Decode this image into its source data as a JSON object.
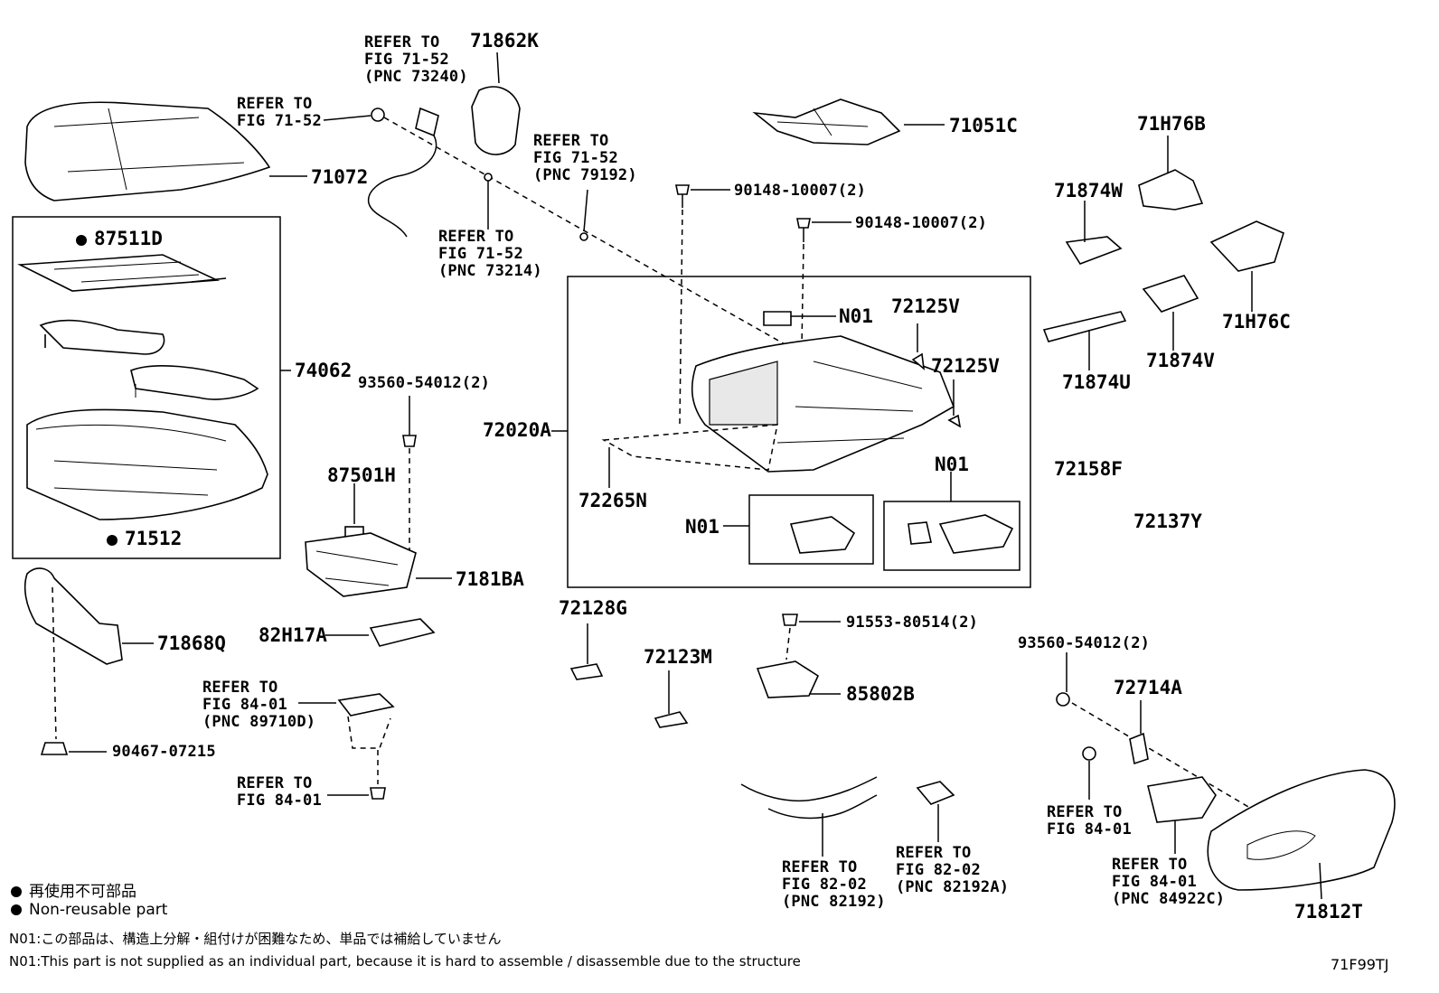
{
  "parts": {
    "p71862K": "71862K",
    "p71072": "71072",
    "p74062": "74062",
    "p87511D": "87511D",
    "p71512": "71512",
    "p71868Q": "71868Q",
    "p90467": "90467-07215",
    "p71051C": "71051C",
    "p71H76B": "71H76B",
    "p71874W": "71874W",
    "p71H76C": "71H76C",
    "p71874V": "71874V",
    "p71874U": "71874U",
    "p90148a": "90148-10007(2)",
    "p90148b": "90148-10007(2)",
    "pN01a": "N01",
    "pN01b": "N01",
    "pN01c": "N01",
    "p72125Va": "72125V",
    "p72125Vb": "72125V",
    "p72020A": "72020A",
    "p72265N": "72265N",
    "p93560a": "93560-54012(2)",
    "p87501H": "87501H",
    "p7181BA": "7181BA",
    "p82H17A": "82H17A",
    "p72158F": "72158F",
    "p72137Y": "72137Y",
    "p72128G": "72128G",
    "p72123M": "72123M",
    "p91553": "91553-80514(2)",
    "p85802B": "85802B",
    "p93560b": "93560-54012(2)",
    "p72714A": "72714A",
    "p71812T": "71812T"
  },
  "refs": {
    "r1": "REFER TO\nFIG 71-52\n(PNC 73240)",
    "r2": "REFER TO\nFIG 71-52",
    "r3": "REFER TO\nFIG 71-52\n(PNC 79192)",
    "r4": "REFER TO\nFIG 71-52\n(PNC 73214)",
    "r5": "REFER TO\nFIG 84-01\n(PNC 89710D)",
    "r6": "REFER TO\nFIG 84-01",
    "r7": "REFER TO\nFIG 82-02\n(PNC 82192)",
    "r8": "REFER TO\nFIG 82-02\n(PNC 82192A)",
    "r9": "REFER TO\nFIG 84-01",
    "r10": "REFER TO\nFIG 84-01\n(PNC 84922C)"
  },
  "legend": {
    "jp_nonreusable": "再使用不可部品",
    "en_nonreusable": "Non-reusable part",
    "jp_n01": "N01:この部品は、構造上分解・組付けが困難なため、単品では補給していません",
    "en_n01": "N01:This part is not supplied as an individual part, because it is hard to assemble / disassemble due to the structure"
  },
  "figure_code": "71F99TJ"
}
